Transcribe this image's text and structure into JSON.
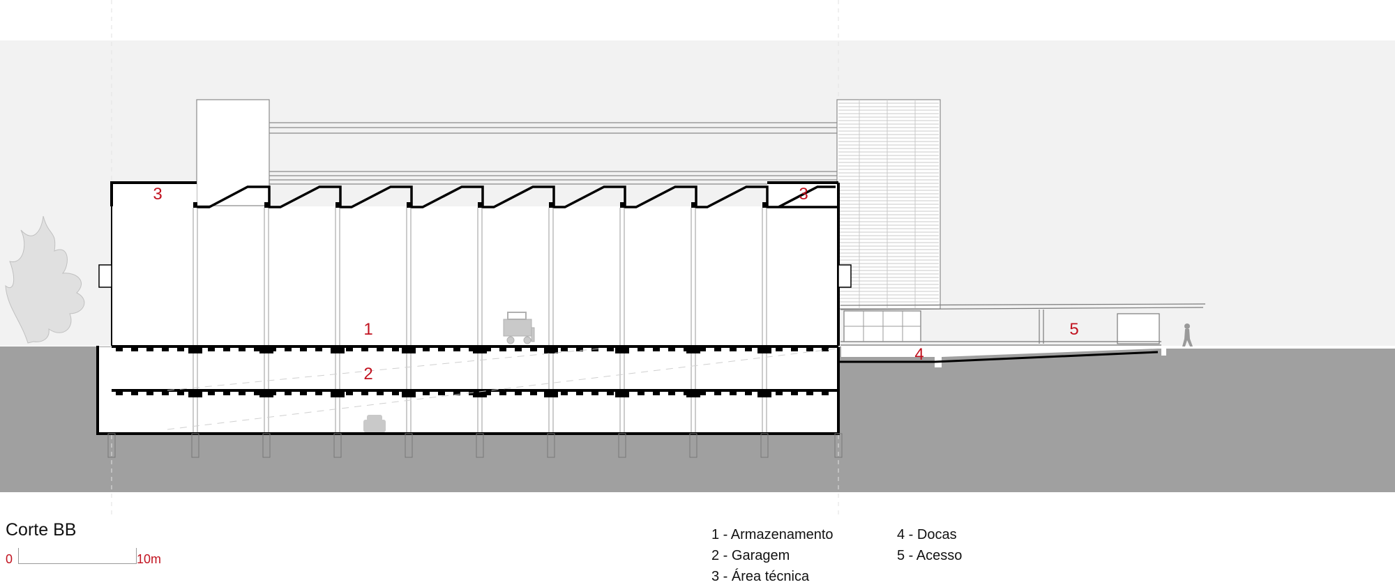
{
  "title": "Corte BB",
  "scale": {
    "start": "0",
    "end": "10m"
  },
  "colors": {
    "label": "#c1121f",
    "ground": "#a0a0a0",
    "sky": "#f2f2f2",
    "structure": "#000000"
  },
  "labels": {
    "l1": "1",
    "l2": "2",
    "l3a": "3",
    "l3b": "3",
    "l4": "4",
    "l5": "5"
  },
  "legend": {
    "col1": [
      "1 - Armazenamento",
      "2 - Garagem",
      "3 - Área técnica"
    ],
    "col2": [
      "4 - Docas",
      "5 - Acesso"
    ]
  }
}
